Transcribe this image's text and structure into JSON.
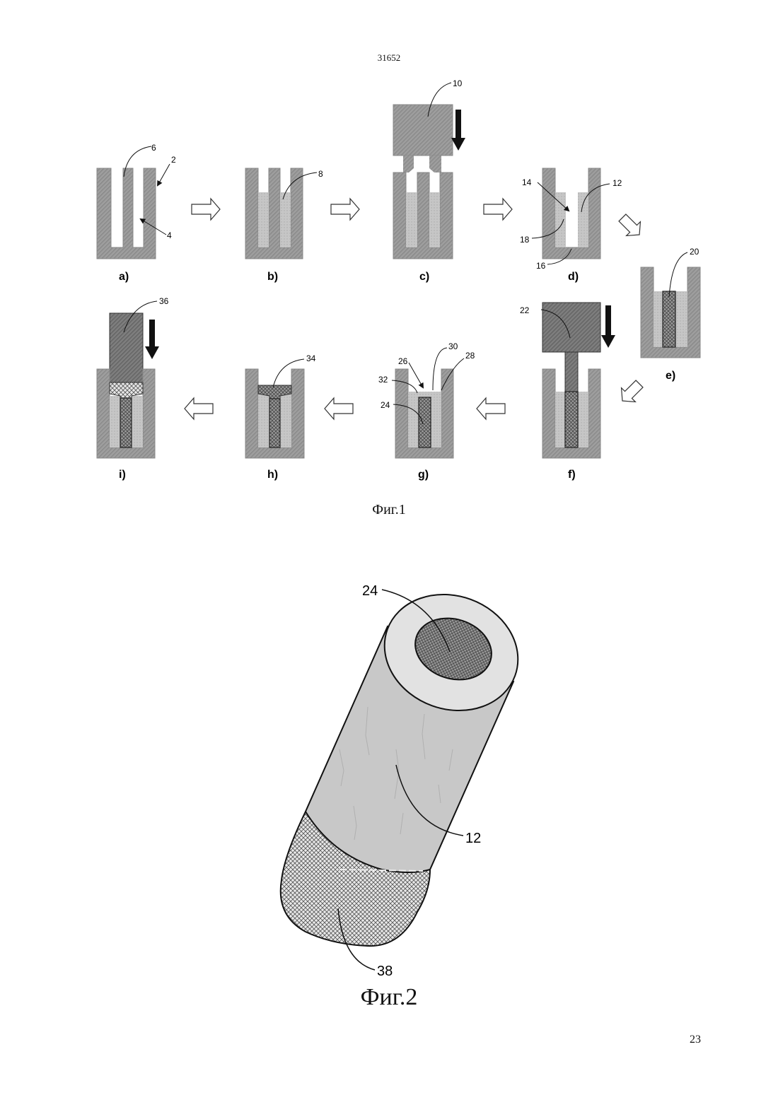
{
  "header": {
    "document_number": "31652"
  },
  "footer": {
    "page_number": "23"
  },
  "figure1": {
    "caption": "Фиг.1",
    "steps": [
      "a)",
      "b)",
      "c)",
      "d)",
      "e)",
      "f)",
      "g)",
      "h)",
      "i)"
    ],
    "refs": {
      "r2": "2",
      "r4": "4",
      "r6": "6",
      "r8": "8",
      "r10": "10",
      "r12": "12",
      "r14": "14",
      "r16": "16",
      "r18": "18",
      "r20": "20",
      "r22": "22",
      "r24": "24",
      "r26": "26",
      "r28": "28",
      "r30": "30",
      "r32": "32",
      "r34": "34",
      "r36": "36"
    }
  },
  "figure2": {
    "caption": "Фиг.2",
    "refs": {
      "r24": "24",
      "r12": "12",
      "r38": "38"
    }
  },
  "colors": {
    "mold": "#9a9a9a",
    "fill_light": "#c4c4c4",
    "core_dark": "#6a6a6a",
    "punch": "#8d8d8d",
    "arrow_outline": "#333333"
  }
}
